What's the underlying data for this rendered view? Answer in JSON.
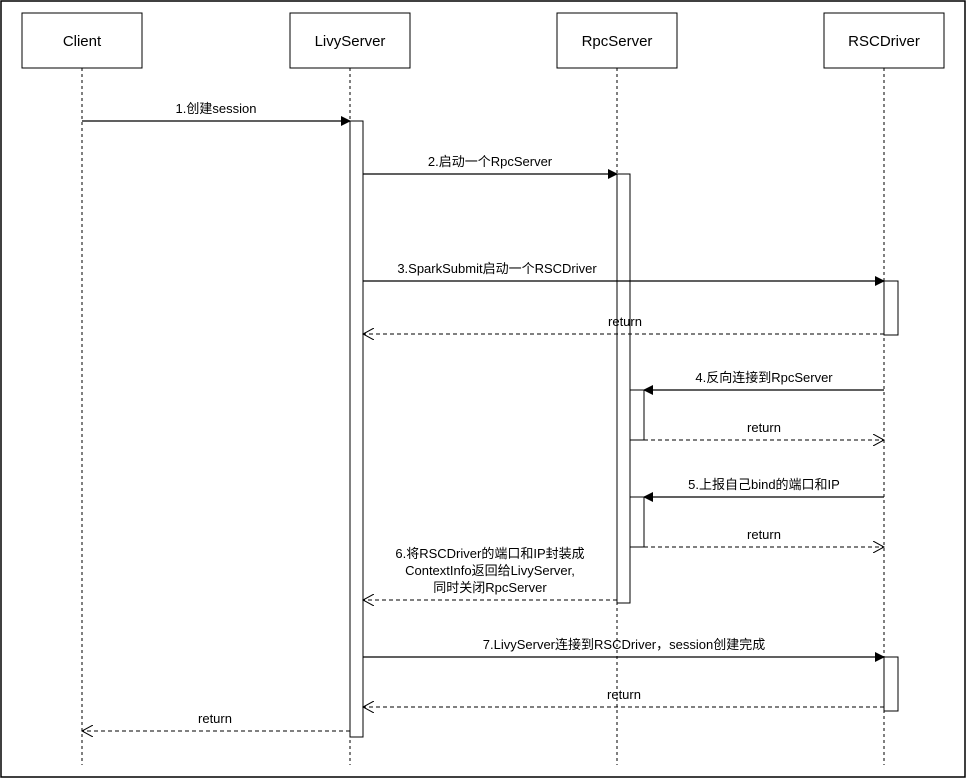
{
  "participants": [
    {
      "id": "client",
      "label": "Client"
    },
    {
      "id": "livy",
      "label": "LivyServer"
    },
    {
      "id": "rpc",
      "label": "RpcServer"
    },
    {
      "id": "rsc",
      "label": "RSCDriver"
    }
  ],
  "messages": [
    {
      "id": "m1",
      "from": "client",
      "to": "livy",
      "style": "solid",
      "lines": [
        "1.创建session"
      ]
    },
    {
      "id": "m2",
      "from": "livy",
      "to": "rpc",
      "style": "solid",
      "lines": [
        "2.启动一个RpcServer"
      ]
    },
    {
      "id": "m3",
      "from": "livy",
      "to": "rsc",
      "style": "solid",
      "lines": [
        "3.SparkSubmit启动一个RSCDriver"
      ]
    },
    {
      "id": "m3r",
      "from": "rsc",
      "to": "livy",
      "style": "dashed",
      "lines": [
        "return"
      ]
    },
    {
      "id": "m4",
      "from": "rsc",
      "to": "rpc",
      "style": "solid",
      "lines": [
        "4.反向连接到RpcServer"
      ]
    },
    {
      "id": "m4r",
      "from": "rpc",
      "to": "rsc",
      "style": "dashed",
      "lines": [
        "return"
      ]
    },
    {
      "id": "m5",
      "from": "rsc",
      "to": "rpc",
      "style": "solid",
      "lines": [
        "5.上报自己bind的端口和IP"
      ]
    },
    {
      "id": "m5r",
      "from": "rpc",
      "to": "rsc",
      "style": "dashed",
      "lines": [
        "return"
      ]
    },
    {
      "id": "m6",
      "from": "rpc",
      "to": "livy",
      "style": "dashed",
      "lines": [
        "6.将RSCDriver的端口和IP封装成",
        "ContextInfo返回给LivyServer,",
        "同时关闭RpcServer"
      ]
    },
    {
      "id": "m7",
      "from": "livy",
      "to": "rsc",
      "style": "solid",
      "lines": [
        "7.LivyServer连接到RSCDriver，session创建完成"
      ]
    },
    {
      "id": "m7r",
      "from": "rsc",
      "to": "livy",
      "style": "dashed",
      "lines": [
        "return"
      ]
    },
    {
      "id": "m1r",
      "from": "livy",
      "to": "client",
      "style": "dashed",
      "lines": [
        "return"
      ]
    }
  ]
}
